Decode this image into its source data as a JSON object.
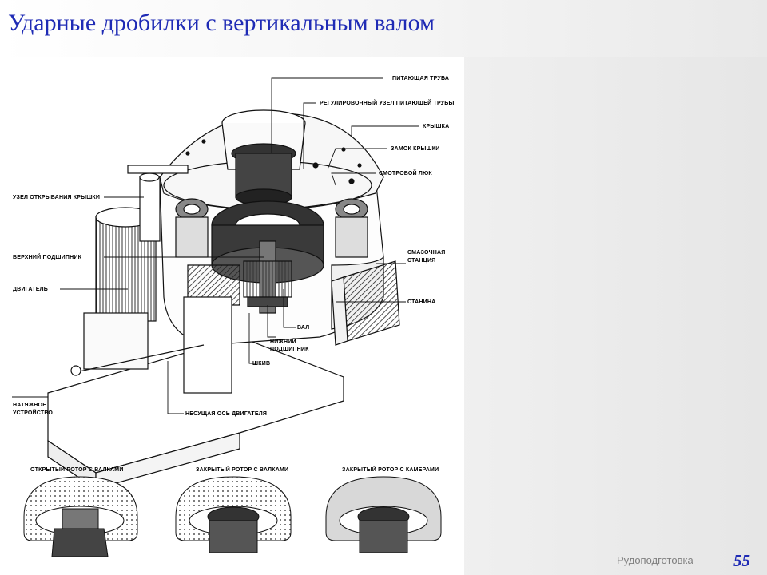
{
  "slide": {
    "title": "Ударные дробилки с вертикальным валом",
    "footer": "Рудоподготовка",
    "page_number": "55"
  },
  "diagram": {
    "labels": {
      "feed_tube": "ПИТАЮЩАЯ ТРУБА",
      "feed_tube_adjust": "РЕГУЛИРОВОЧНЫЙ УЗЕЛ ПИТАЮЩЕЙ ТРУБЫ",
      "lid": "КРЫШКА",
      "lid_lock": "ЗАМОК КРЫШКИ",
      "inspection_hatch": "СМОТРОВОЙ ЛЮК",
      "lid_opening_unit": "УЗЕЛ ОТКРЫВАНИЯ КРЫШКИ",
      "upper_bearing": "ВЕРХНИЙ ПОДШИПНИК",
      "motor": "ДВИГАТЕЛЬ",
      "lubrication_station_1": "СМАЗОЧНАЯ",
      "lubrication_station_2": "СТАНЦИЯ",
      "frame": "СТАНИНА",
      "shaft": "ВАЛ",
      "lower_bearing_1": "НИЖНИЙ",
      "lower_bearing_2": "ПОДШИПНИК",
      "pulley": "ШКИВ",
      "tensioner_1": "НАТЯЖНОЕ",
      "tensioner_2": "УСТРОЙСТВО",
      "motor_axis": "НЕСУЩАЯ ОСЬ ДВИГАТЕЛЯ"
    },
    "rotors": [
      {
        "caption": "ОТКРЫТЫЙ РОТОР С ВАЛКАМИ"
      },
      {
        "caption": "ЗАКРЫТЫЙ РОТОР С ВАЛКАМИ"
      },
      {
        "caption": "ЗАКРЫТЫЙ РОТОР С КАМЕРАМИ"
      }
    ]
  }
}
